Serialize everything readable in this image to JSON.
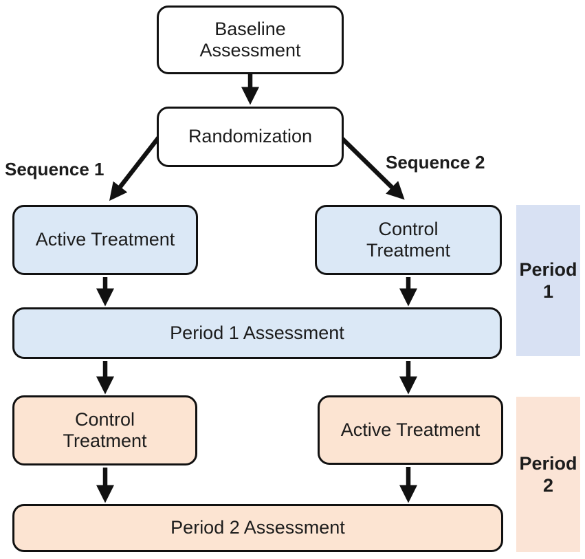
{
  "diagram": {
    "type": "flowchart",
    "description": "Two-sequence, two-period crossover trial design"
  },
  "nodes": {
    "baseline": "Baseline\nAssessment",
    "randomization": "Randomization",
    "period1_seq1": "Active Treatment",
    "period1_seq2": "Control\nTreatment",
    "period1_assessment": "Period 1 Assessment",
    "period2_seq1": "Control\nTreatment",
    "period2_seq2": "Active Treatment",
    "period2_assessment": "Period 2 Assessment"
  },
  "labels": {
    "sequence1": "Sequence 1",
    "sequence2": "Sequence 2",
    "period1": "Period\n1",
    "period2": "Period\n2"
  },
  "colors": {
    "period1_box_fill": "#dbe8f6",
    "period1_sidebar_fill": "#d8e1f3",
    "period2_box_fill": "#fce4d2",
    "period2_sidebar_fill": "#fbe4d6",
    "neutral_box_fill": "#ffffff",
    "border_and_arrows": "#111111",
    "text": "#1c1c1c"
  }
}
